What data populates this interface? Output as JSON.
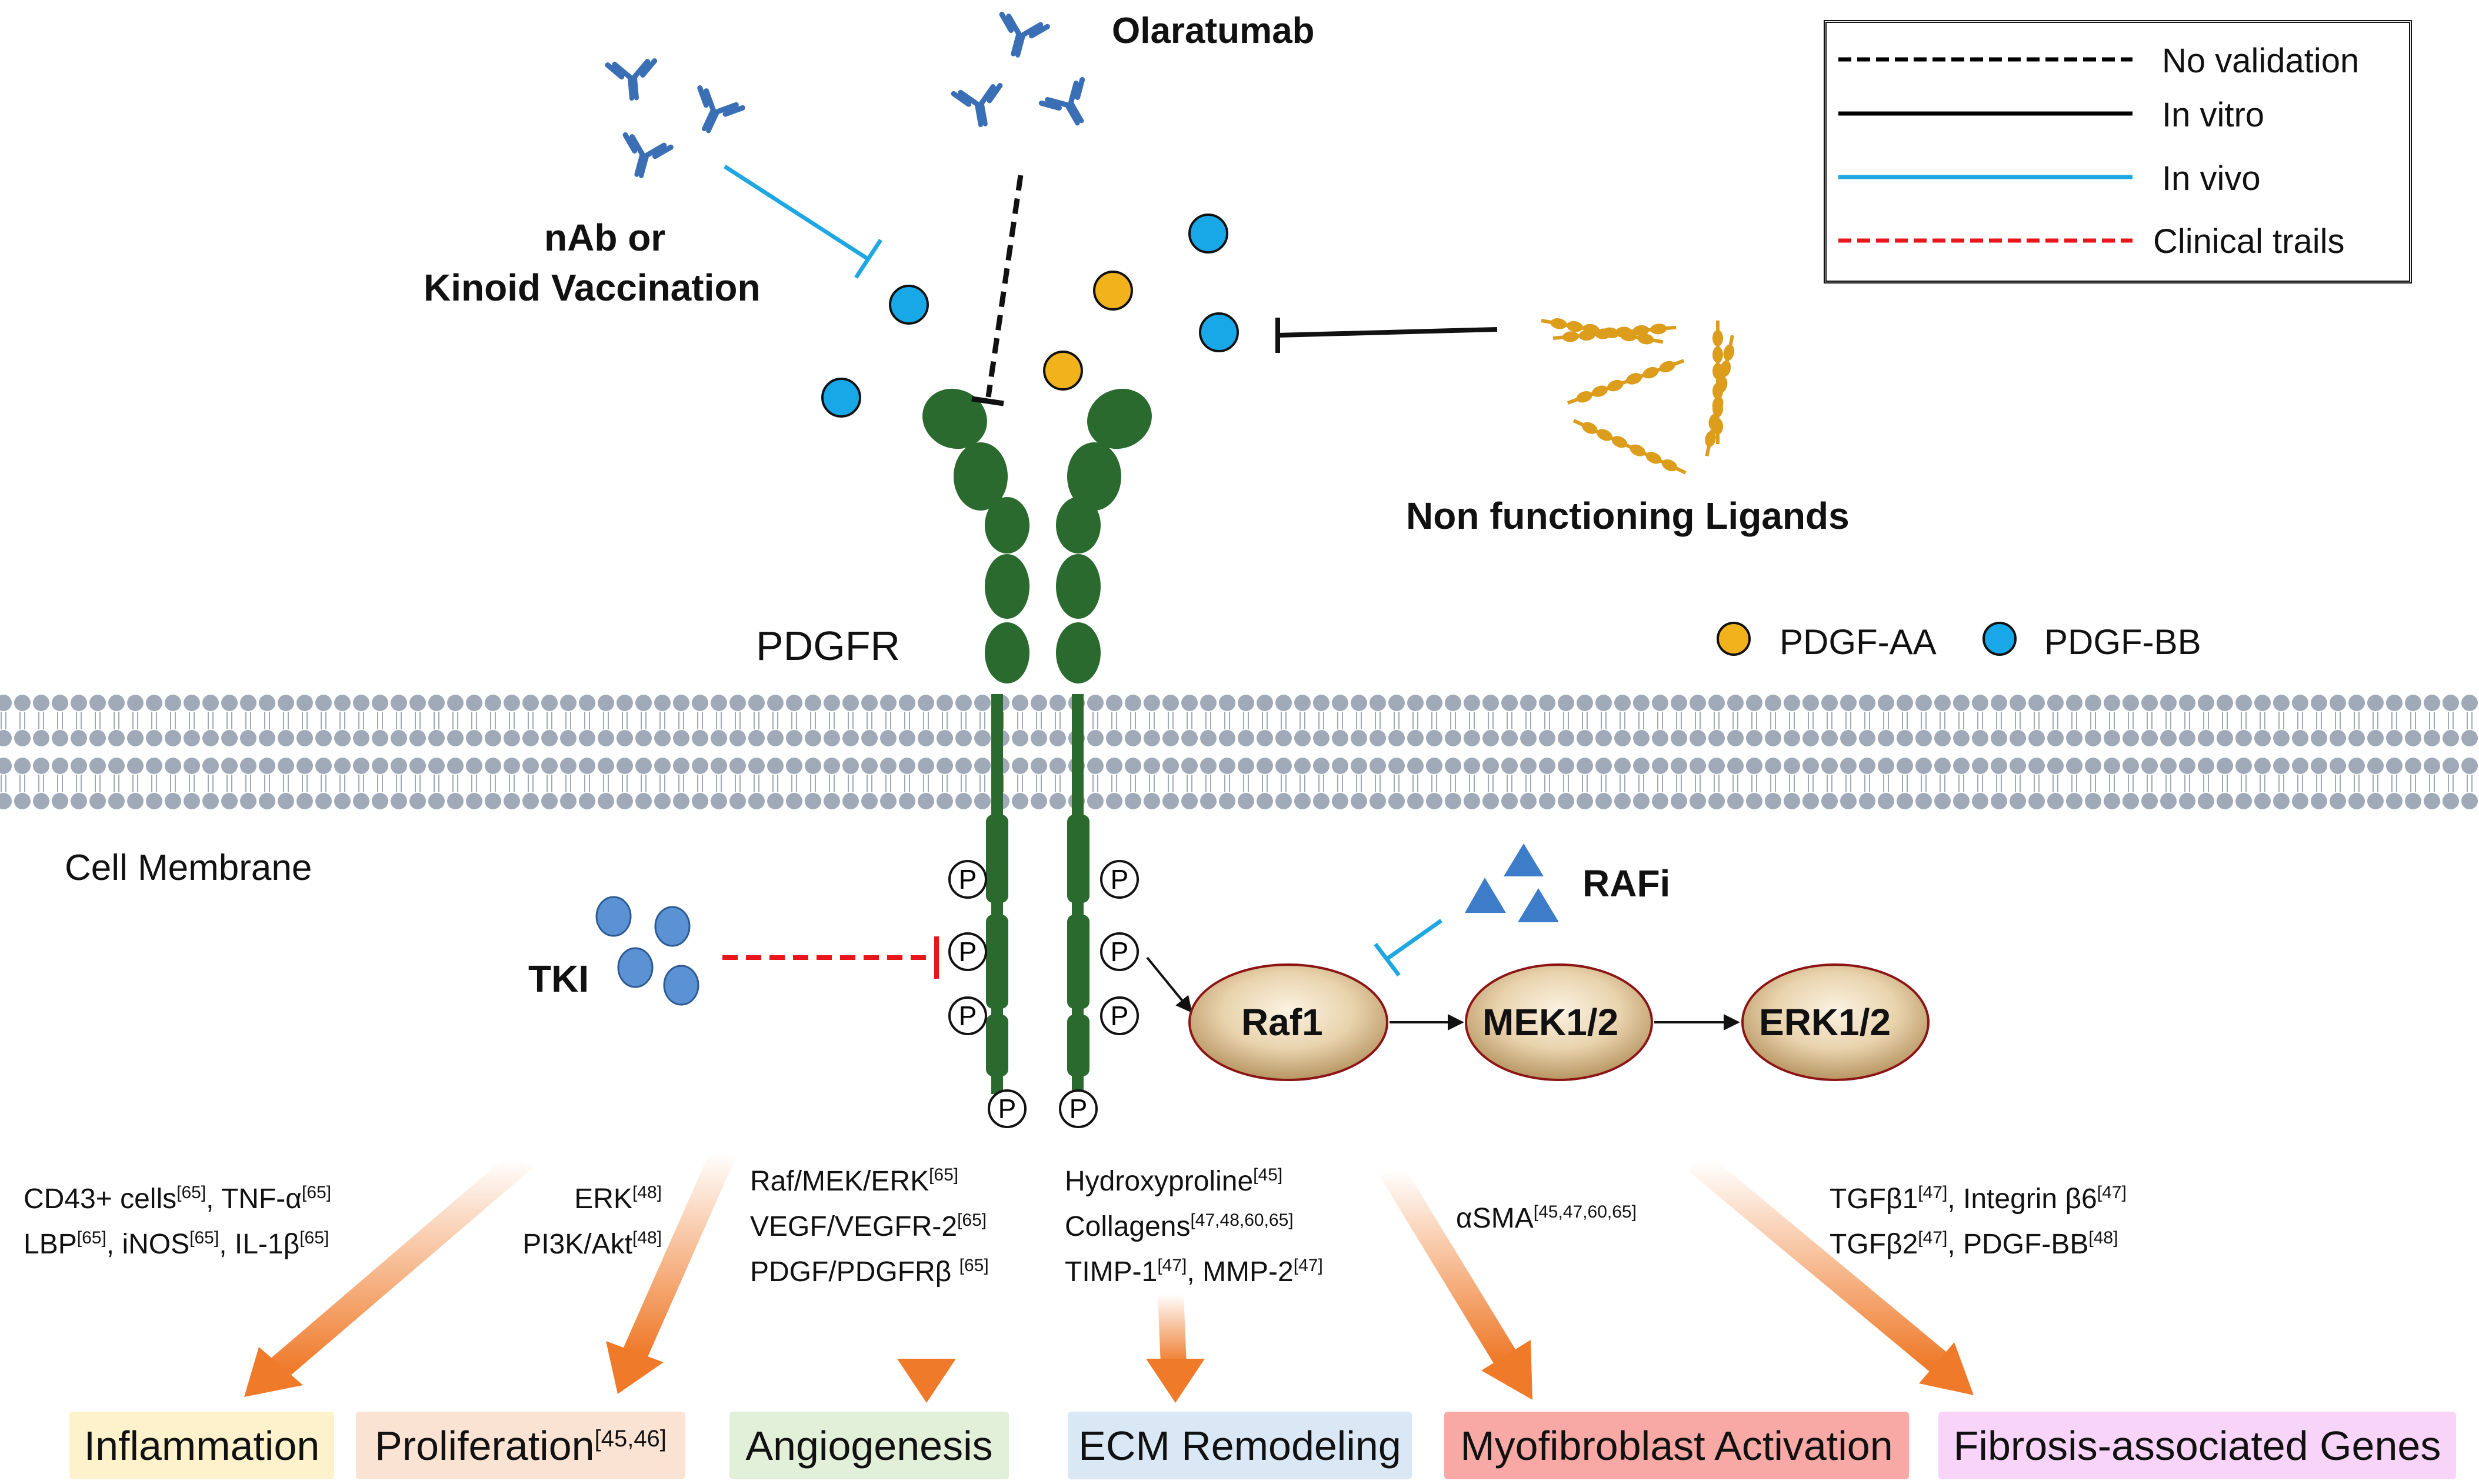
{
  "legend": {
    "items": [
      {
        "label": "No validation",
        "style": "dashed",
        "color": "#000000"
      },
      {
        "label": "In vitro",
        "style": "solid",
        "color": "#000000"
      },
      {
        "label": "In vivo",
        "style": "solid",
        "color": "#1fa7e1"
      },
      {
        "label": "Clinical trails",
        "style": "dashed",
        "color": "#e8161b"
      }
    ]
  },
  "labels": {
    "olaratumab": "Olaratumab",
    "nab_line1": "nAb or",
    "nab_line2": "Kinoid Vaccination",
    "non_functioning": "Non functioning Ligands",
    "receptor": "PDGFR",
    "membrane": "Cell Membrane",
    "tki": "TKI",
    "rafi": "RAFi",
    "phospho": "P"
  },
  "ligand_key": [
    {
      "label": "PDGF-AA",
      "color": "#f2b21c"
    },
    {
      "label": "PDGF-BB",
      "color": "#18a8e8"
    }
  ],
  "kinases": [
    "Raf1",
    "MEK1/2",
    "ERK1/2"
  ],
  "modulators": {
    "inflammation": {
      "l1a": "CD43+ cells",
      "s1a": "[65]",
      "l1b": ", TNF-α",
      "s1b": "[65]",
      "l2a": "LBP",
      "s2a": "[65]",
      "l2b": ", iNOS",
      "s2b": "[65]",
      "l2c": ", IL-1β",
      "s2c": "[65]"
    },
    "proliferation": {
      "l1": "ERK",
      "s1": "[48]",
      "l2": "PI3K/Akt",
      "s2": "[48]"
    },
    "angiogenesis": {
      "l1": "Raf/MEK/ERK",
      "s1": "[65]",
      "l2": "VEGF/VEGFR-2",
      "s2": "[65]",
      "l3": "PDGF/PDGFRβ ",
      "s3": "[65]"
    },
    "ecm": {
      "l1": "Hydroxyproline",
      "s1": "[45]",
      "l2": "Collagens",
      "s2": "[47,48,60,65]",
      "l3a": "TIMP-1",
      "s3a": "[47]",
      "l3b": ", MMP-2",
      "s3b": "[47]"
    },
    "myofibroblast": {
      "l1": "αSMA",
      "s1": "[45,47,60,65]"
    },
    "fibrosis": {
      "l1a": "TGFβ1",
      "s1a": "[47]",
      "l1b": ", Integrin β6",
      "s1b": "[47]",
      "l2a": "TGFβ2",
      "s2a": "[47]",
      "l2b": ", PDGF-BB",
      "s2b": "[48]"
    }
  },
  "outcomes": [
    {
      "label": "Inflammation",
      "sup": "",
      "color": "#fdf2cc"
    },
    {
      "label": "Proliferation",
      "sup": "[45,46]",
      "color": "#fbe3d4"
    },
    {
      "label": "Angiogenesis",
      "sup": "",
      "color": "#e2efd9"
    },
    {
      "label": "ECM Remodeling",
      "sup": "",
      "color": "#dae7f5"
    },
    {
      "label": "Myofibroblast Activation",
      "sup": "",
      "color": "#f8a9a6"
    },
    {
      "label": "Fibrosis-associated Genes",
      "sup": "",
      "color": "#f8d5f8"
    }
  ],
  "colors": {
    "receptor": "#2a6a2f",
    "antibody": "#3a6fb5",
    "tki": "#5b92d3",
    "rafi": "#3d7cc9",
    "membrane": "#9fa9b8",
    "arrow": "#ef7a2a",
    "ligand_gold": "#dc9c1c"
  }
}
